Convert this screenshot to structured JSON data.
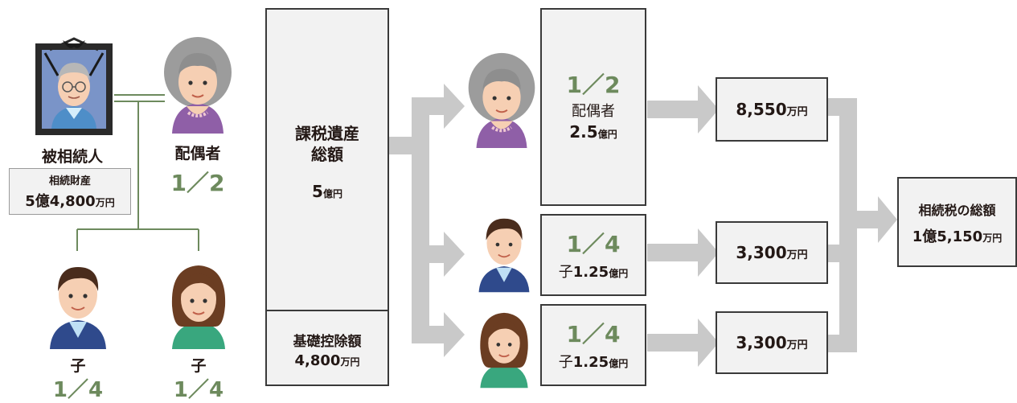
{
  "decedent": {
    "name": "被相続人",
    "estate_label": "相続財産",
    "estate_value_num": "5億4,800",
    "estate_value_unit": "万円"
  },
  "family": {
    "spouse_label": "配偶者",
    "spouse_ratio": "1／2",
    "child1_label": "子",
    "child1_ratio": "1／4",
    "child2_label": "子",
    "child2_ratio": "1／4"
  },
  "taxable": {
    "title_line1": "課税遺産",
    "title_line2": "総額",
    "amount_num": "5",
    "amount_unit": "億円"
  },
  "deduction": {
    "title": "基礎控除額",
    "amount_num": "4,800",
    "amount_unit": "万円"
  },
  "shares": [
    {
      "ratio": "1／2",
      "label": "配偶者",
      "amount_num": "2.5",
      "amount_unit": "億円"
    },
    {
      "ratio": "1／4",
      "label": "子",
      "amount_num": "1.25",
      "amount_unit": "億円"
    },
    {
      "ratio": "1／4",
      "label": "子",
      "amount_num": "1.25",
      "amount_unit": "億円"
    }
  ],
  "taxes": [
    {
      "amount_num": "8,550",
      "amount_unit": "万円"
    },
    {
      "amount_num": "3,300",
      "amount_unit": "万円"
    },
    {
      "amount_num": "3,300",
      "amount_unit": "万円"
    }
  ],
  "total": {
    "title": "相続税の総額",
    "amount_num": "1億5,150",
    "amount_unit": "万円"
  },
  "colors": {
    "ratio_green": "#6d8a5d",
    "arrow_gray": "#c9c9c9",
    "box_fill": "#f2f2f2",
    "tree_line": "#6d8a5d"
  }
}
